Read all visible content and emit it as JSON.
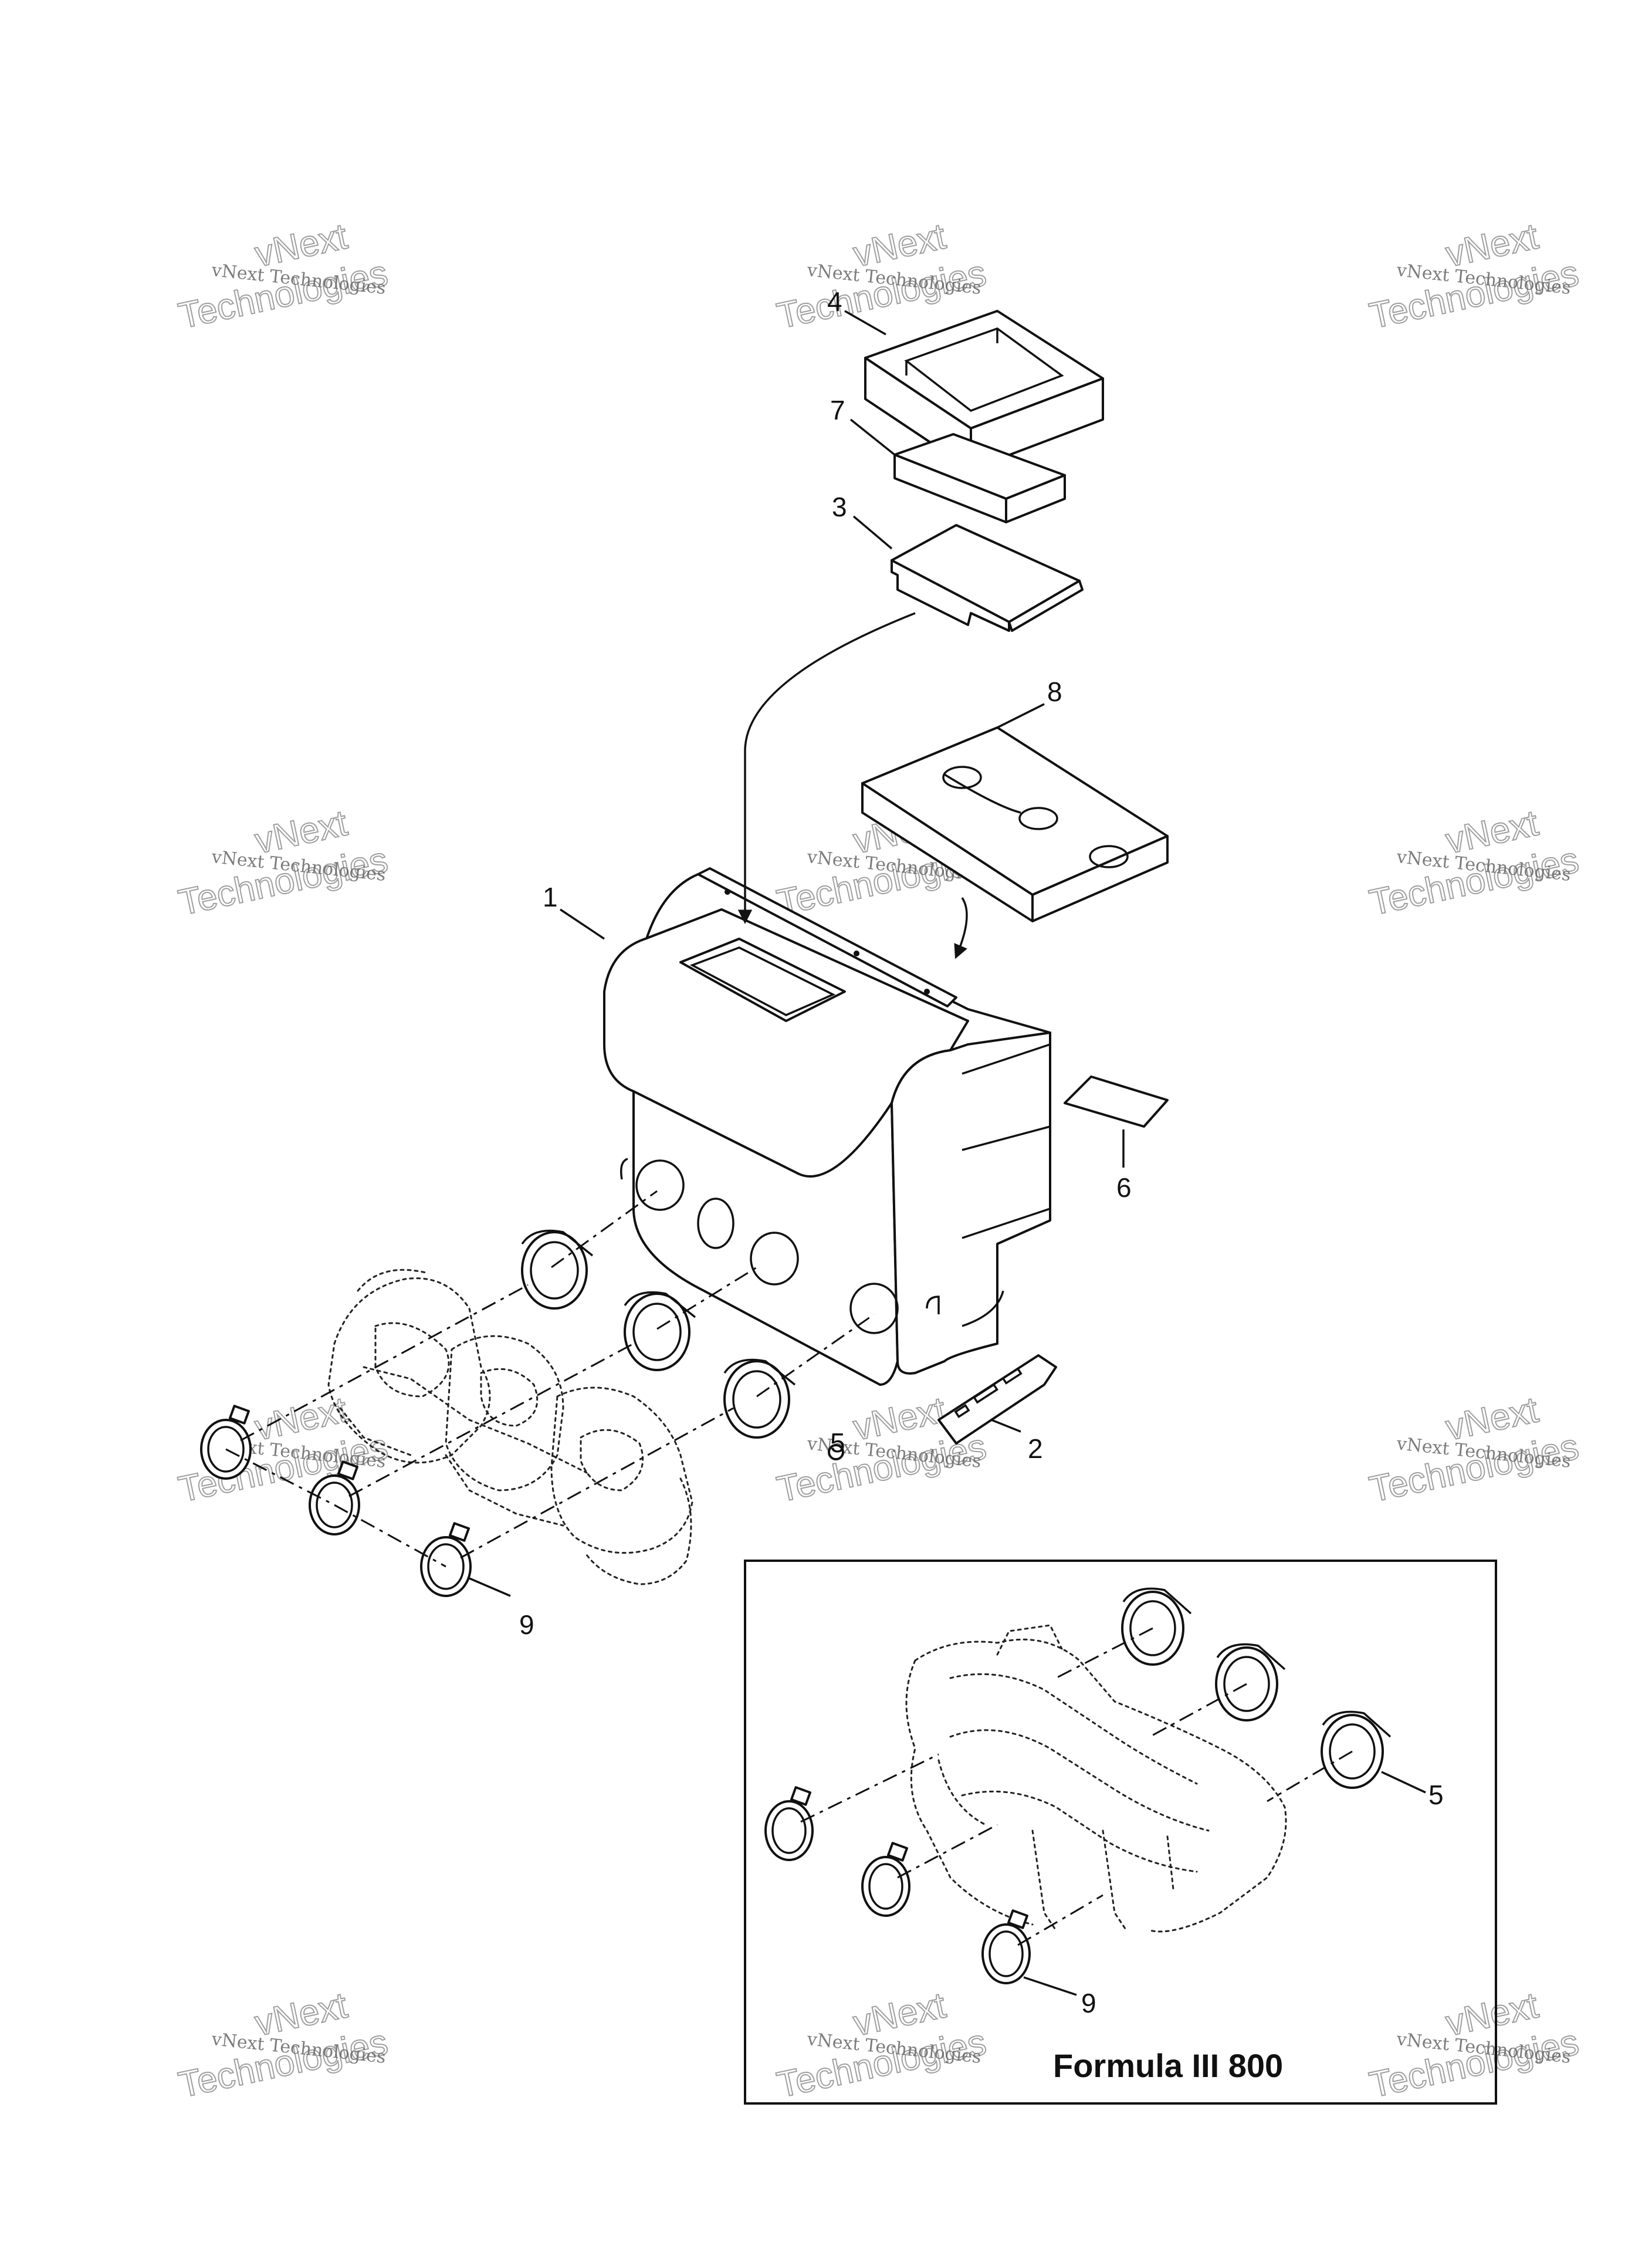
{
  "watermark": {
    "small": "vNext Technologies",
    "big_line1": "vNext",
    "big_line2": "Technologies"
  },
  "callouts": {
    "p1": "1",
    "p2": "2",
    "p3": "3",
    "p4": "4",
    "p5": "5",
    "p6": "6",
    "p7": "7",
    "p8": "8",
    "p9": "9",
    "inset_p5": "5",
    "inset_p9": "9"
  },
  "inset": {
    "title": "Formula III 800"
  },
  "icons": {
    "arrow": "arrow-down-icon",
    "clamp": "hose-clamp-icon",
    "adaptor": "rubber-adaptor-icon"
  }
}
